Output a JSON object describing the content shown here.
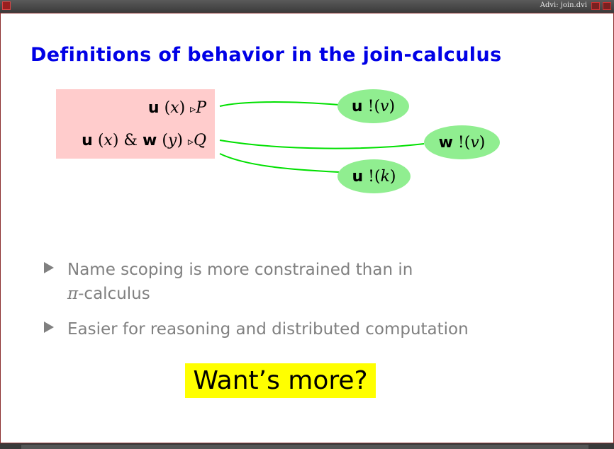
{
  "window": {
    "title": "Advi: join.dvi"
  },
  "slide": {
    "title": "Definitions of behavior in the join-calculus",
    "definitions": [
      {
        "channel": "u",
        "arg": "x",
        "process": "P"
      },
      {
        "channel": "u",
        "arg": "x",
        "joiner": "&",
        "channel2": "w",
        "arg2": "y",
        "process": "Q"
      }
    ],
    "arrow": "▹",
    "messages": [
      {
        "channel": "u",
        "bang": "!",
        "value": "v"
      },
      {
        "channel": "w",
        "bang": "!",
        "value": "v"
      },
      {
        "channel": "u",
        "bang": "!",
        "value": "k"
      }
    ],
    "bullets": [
      {
        "line1": "Name scoping is more constrained than in",
        "line2_symbol": "π",
        "line2_rest": "-calculus"
      },
      {
        "line1": "Easier for reasoning and distributed computation"
      }
    ],
    "cta_label": "Want’s more?"
  },
  "colors": {
    "title": "#0000e6",
    "definitions_bg": "#ffcccc",
    "bubble_bg": "#90ee90",
    "link_line": "#00e000",
    "bullet_text": "#808080",
    "cta_bg": "#ffff00"
  }
}
